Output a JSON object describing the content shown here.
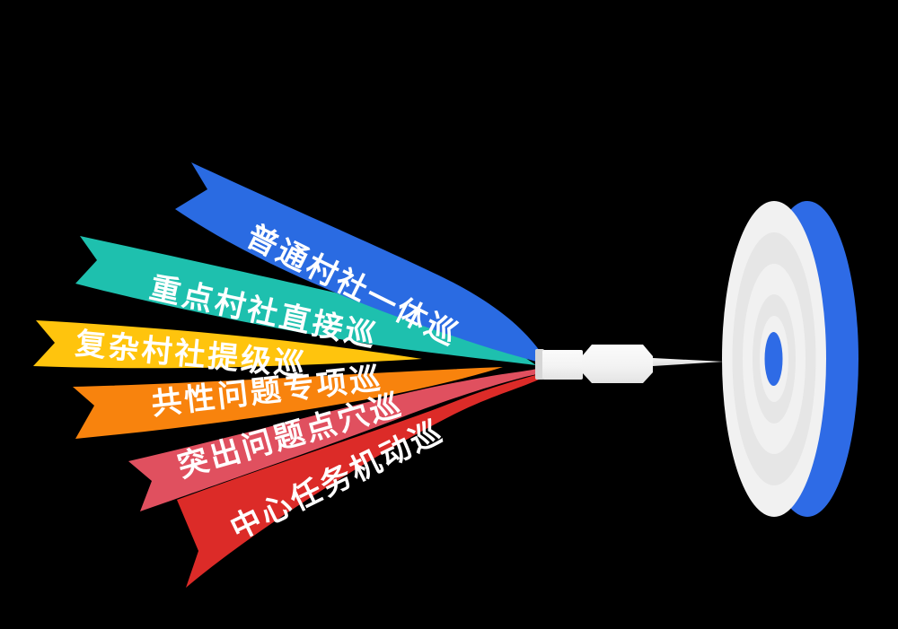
{
  "background_color": "#000000",
  "ribbons": [
    {
      "label": "普通村社一体巡",
      "color": "#2a6be2"
    },
    {
      "label": "重点村社直接巡",
      "color": "#1ec0ae"
    },
    {
      "label": "复杂村社提级巡",
      "color": "#ffc40d"
    },
    {
      "label": "共性问题专项巡",
      "color": "#f8830d"
    },
    {
      "label": "突出问题点穴巡",
      "color": "#e0505f"
    },
    {
      "label": "中心任务机动巡",
      "color": "#dc2b28"
    }
  ],
  "dart": {
    "cap_color": "#d6d6d6",
    "body_light": "#fbfbfb",
    "body_dark": "#e4e4e4",
    "needle_color": "#e9e9e9"
  },
  "target": {
    "rim_color": "#2e6be6",
    "face_color": "#f1f1f1",
    "ring_color": "#e6e6e6",
    "bullseye_color": "#2e6be6"
  }
}
